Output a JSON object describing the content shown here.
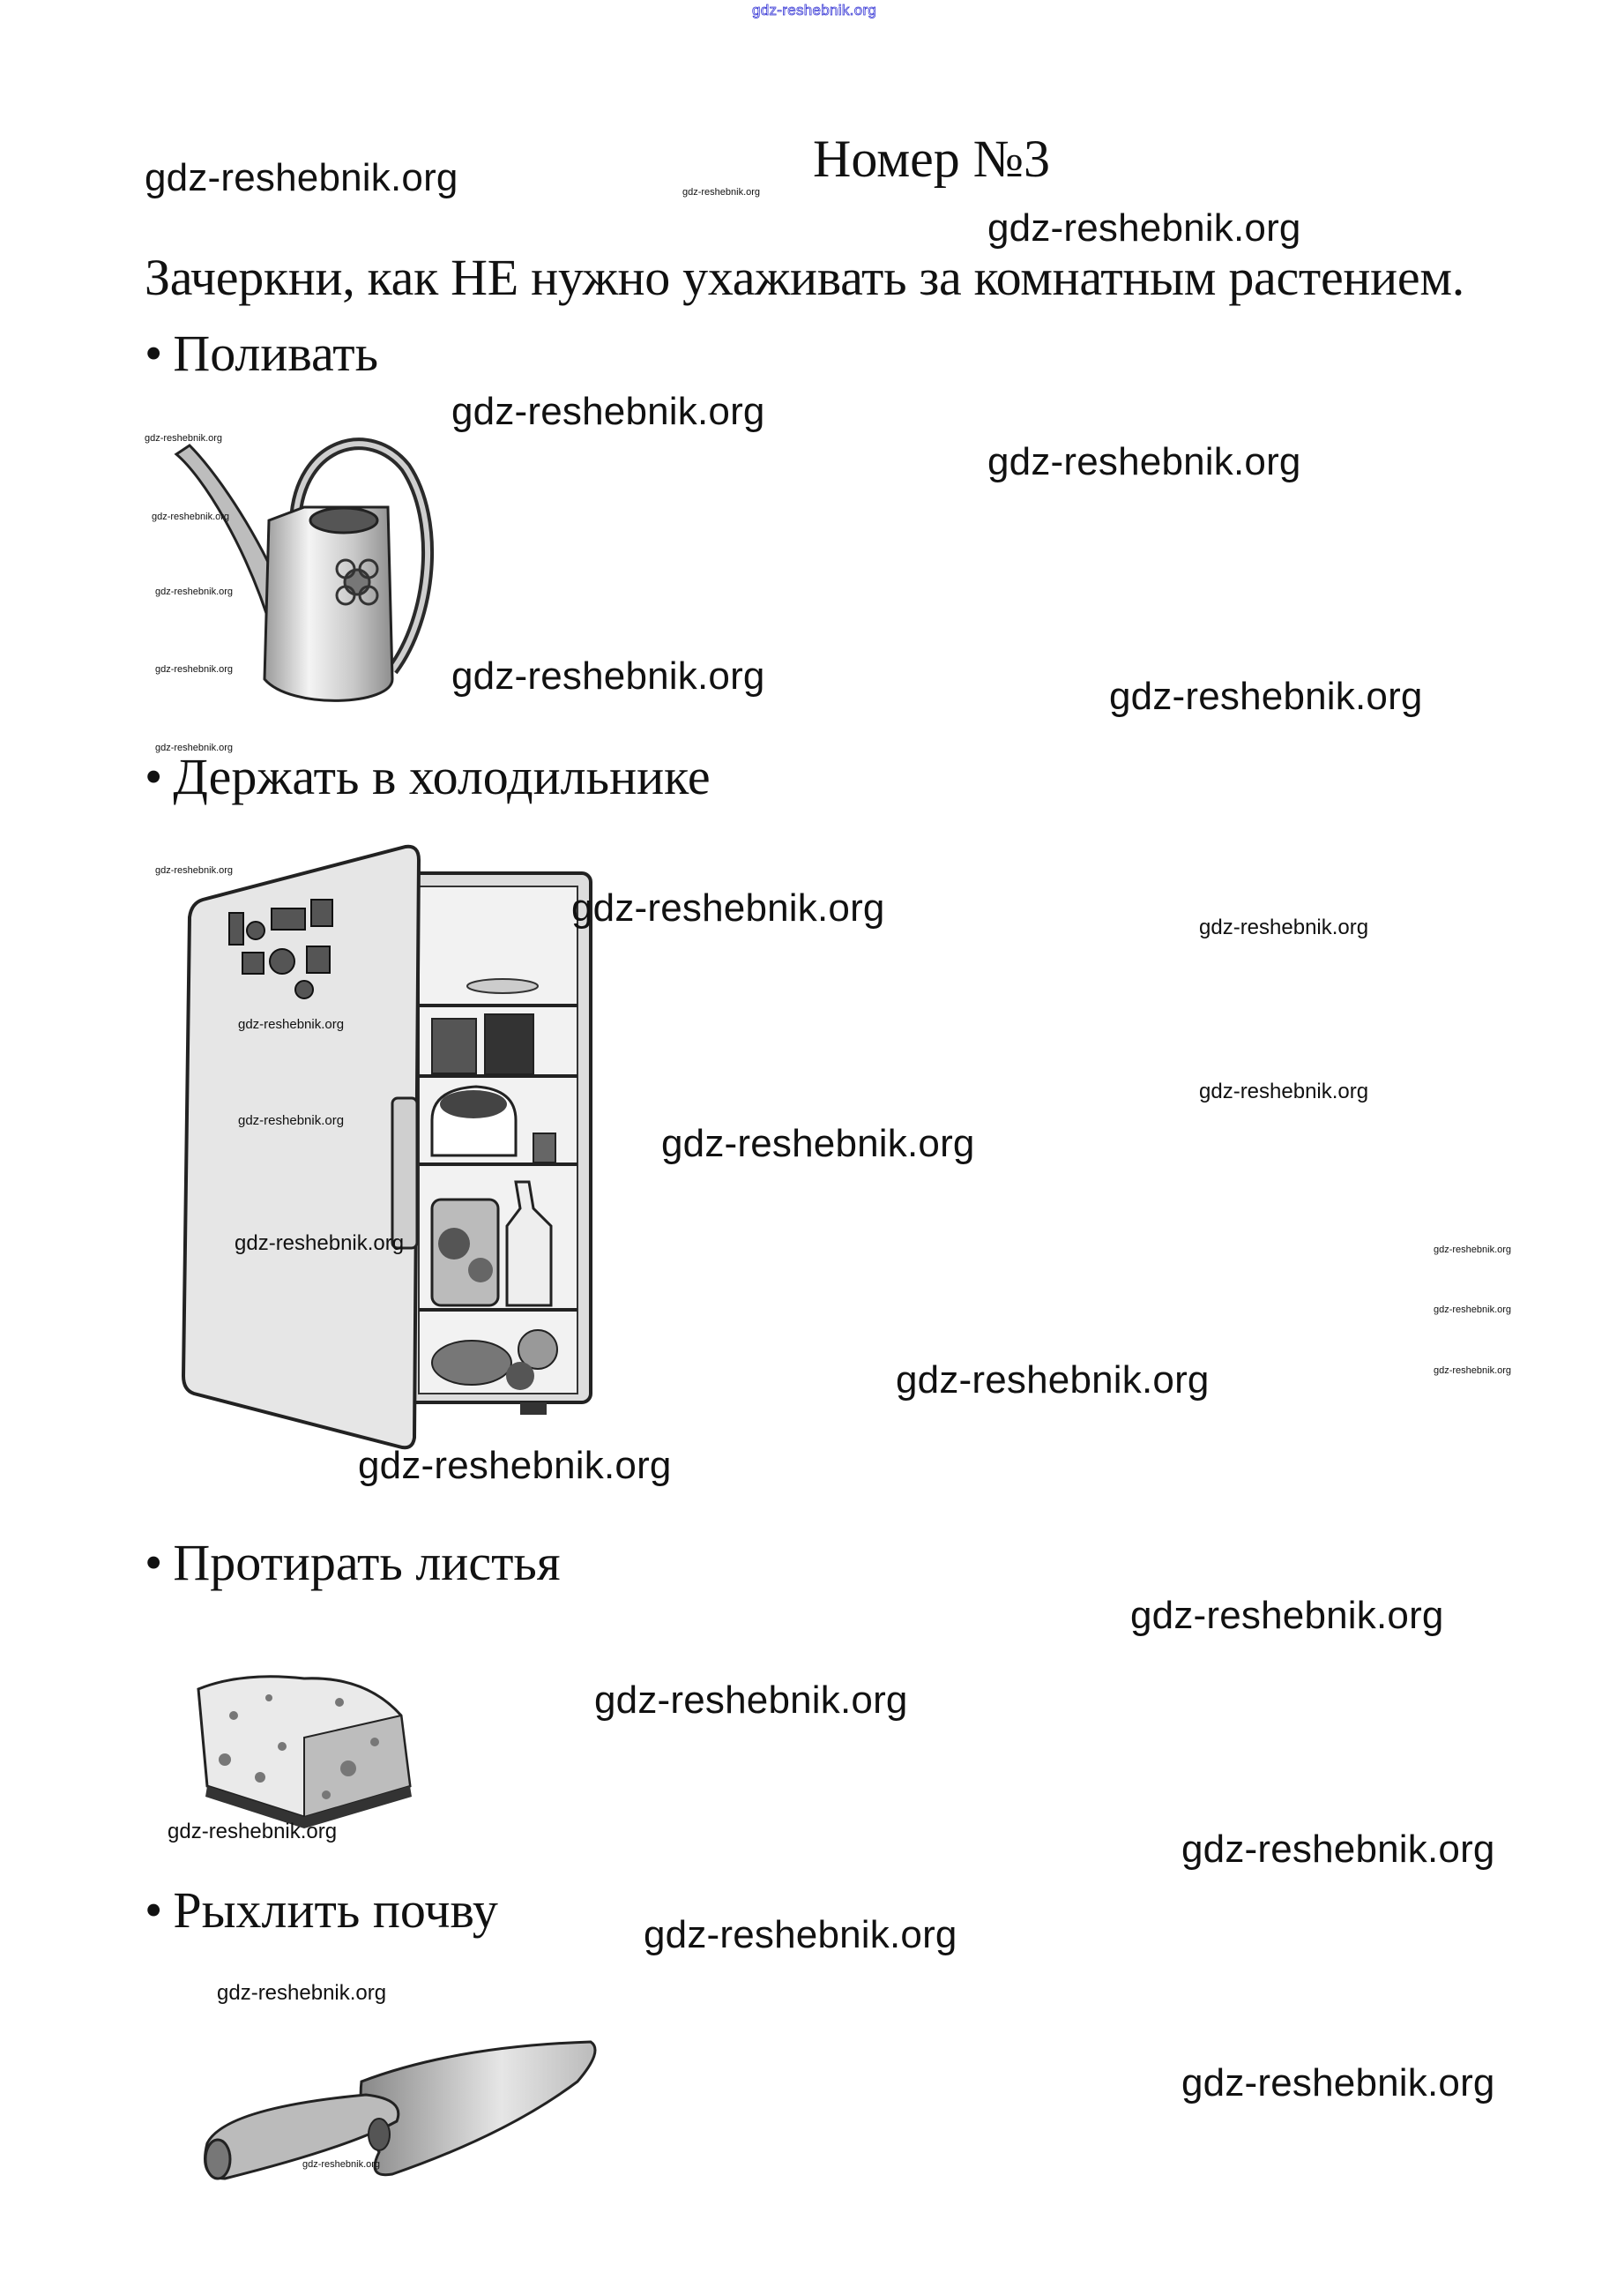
{
  "header": {
    "site_link": "gdz-reshebnik.org",
    "title": "Номер №3",
    "link_color": "#3b3bd6"
  },
  "task": {
    "instruction": "Зачеркни, как НЕ нужно ухаживать за комнатным растением."
  },
  "items": [
    {
      "bullet": "•",
      "label": "Поливать",
      "illustration": "watering-can"
    },
    {
      "bullet": "•",
      "label": "Держать в холодильнике",
      "illustration": "refrigerator"
    },
    {
      "bullet": "•",
      "label": "Протирать листья",
      "illustration": "sponge"
    },
    {
      "bullet": "•",
      "label": "Рыхлить почву",
      "illustration": "garden-trowel"
    }
  ],
  "watermark": {
    "text": "gdz-reshebnik.org"
  }
}
